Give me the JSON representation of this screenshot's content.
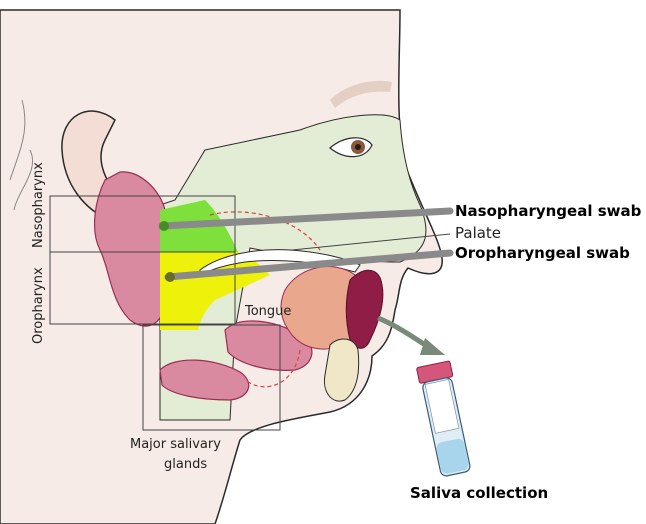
{
  "labels": {
    "nasopharyngeal_swab": "Nasopharyngeal swab",
    "palate": "Palate",
    "oropharyngeal_swab": "Oropharyngeal swab",
    "tongue": "Tongue",
    "major_salivary_glands_line1": "Major salivary",
    "major_salivary_glands_line2": "glands",
    "saliva_collection": "Saliva collection",
    "nasopharynx": "Nasopharynx",
    "oropharynx": "Oropharynx"
  },
  "colors": {
    "skin": "#f6ebe6",
    "airway": "#e3ecd4",
    "nasopharynx": "#7ee03a",
    "oropharynx": "#eef20a",
    "gland": "#d98aa0",
    "gland_dark": "#9c2d52",
    "tongue": "#e9a88e",
    "swab": "#8a8a8a",
    "lips": "#8f1d46"
  }
}
